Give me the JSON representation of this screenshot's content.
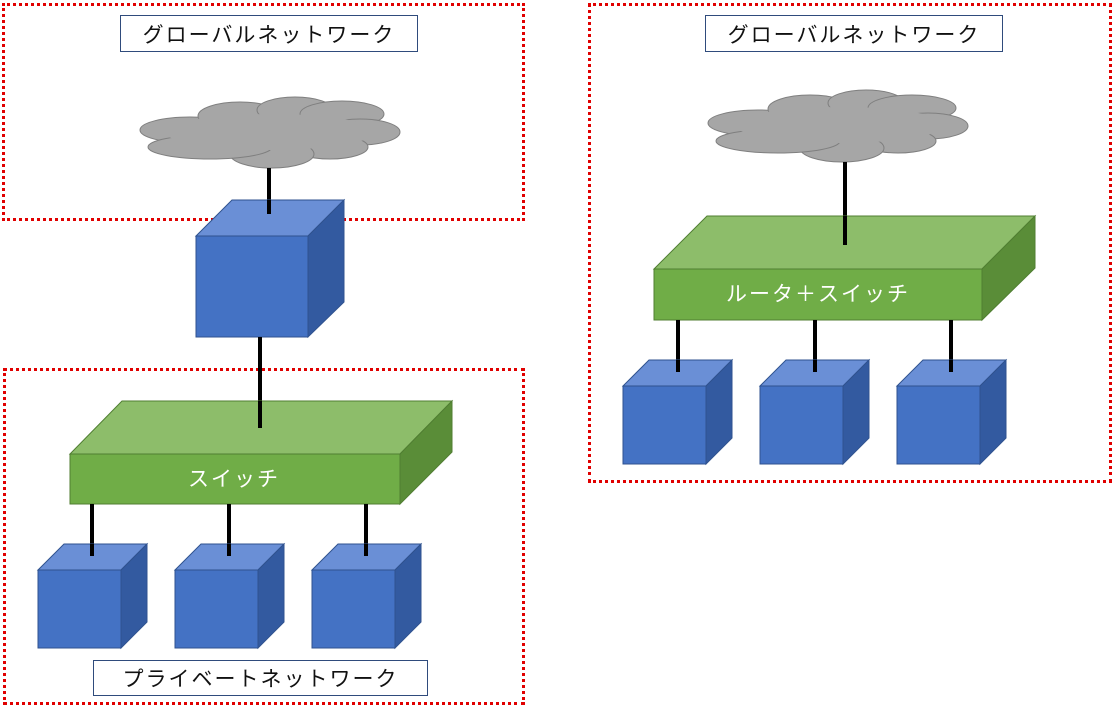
{
  "diagrams": {
    "left": {
      "global_label": "グローバルネットワーク",
      "switch_label": "スイッチ",
      "private_label": "プライベートネットワーク"
    },
    "right": {
      "global_label": "グローバルネットワーク",
      "router_switch_label": "ルータ＋スイッチ"
    }
  },
  "colors": {
    "zone_border": "#e00000",
    "cloud": "#a6a6a6",
    "cube_front": "#4472c4",
    "cube_top": "#6a8fd6",
    "cube_side": "#335aa0",
    "switch_front": "#70ad47",
    "switch_top": "#8dbd6a",
    "switch_side": "#5a8d38"
  }
}
